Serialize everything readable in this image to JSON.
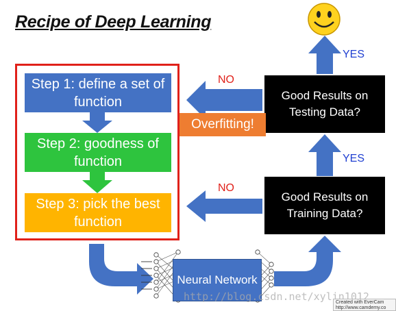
{
  "title": "Recipe of Deep Learning",
  "steps": [
    {
      "label": "Step 1: define a set of function",
      "color": "#4472c4"
    },
    {
      "label": "Step 2: goodness of function",
      "color": "#2ec43e"
    },
    {
      "label": "Step 3: pick the best function",
      "color": "#ffb400"
    }
  ],
  "decisions": {
    "testing": "Good Results on Testing Data?",
    "training": "Good Results on Training Data?"
  },
  "labels": {
    "yes_top": "YES",
    "yes_mid": "YES",
    "no_top": "NO",
    "no_bottom": "NO",
    "overfitting": "Overfitting!"
  },
  "neural_network": "Neural Network",
  "watermark": "http://blog.csdn.net/xylin1012",
  "badge": {
    "line1": "Created with EverCam",
    "line2": "http://www.camdemy.co"
  },
  "colors": {
    "arrow": "#4472c4",
    "frame": "#e0211a",
    "overfit": "#ee7d31",
    "smiley": "#ffd21f"
  },
  "icons": [
    "smiley-icon",
    "neural-net-icon"
  ]
}
